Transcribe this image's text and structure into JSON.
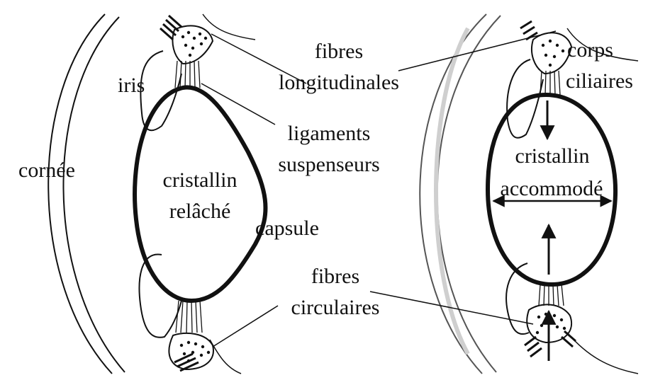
{
  "colors": {
    "ink": "#111111",
    "background": "#ffffff",
    "cornea_tint": "#cfcfcf"
  },
  "labels": {
    "cornee": "cornée",
    "iris": "iris",
    "cristallin_relache_1": "cristallin",
    "cristallin_relache_2": "relâché",
    "capsule": "capsule",
    "ligaments_1": "ligaments",
    "ligaments_2": "suspenseurs",
    "fibres_long_1": "fibres",
    "fibres_long_2": "longitudinales",
    "fibres_circ_1": "fibres",
    "fibres_circ_2": "circulaires",
    "corps_1": "corps",
    "corps_2": "ciliaires",
    "cristallin_acc_1": "cristallin",
    "cristallin_acc_2": "accommodé"
  }
}
